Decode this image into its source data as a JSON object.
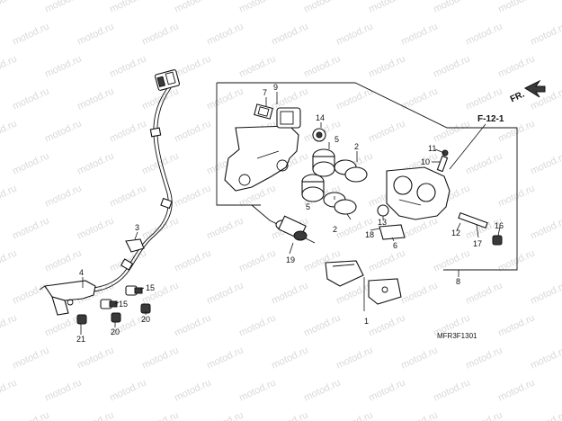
{
  "watermark": "motod.ru",
  "diagram_code": "MFR3F1301",
  "direction_label": "FR.",
  "section_ref": "F-12-1",
  "callouts": {
    "c1": "1",
    "c2a": "2",
    "c2b": "2",
    "c3": "3",
    "c4": "4",
    "c5a": "5",
    "c5b": "5",
    "c6": "6",
    "c7": "7",
    "c8": "8",
    "c9": "9",
    "c10": "10",
    "c11": "11",
    "c12": "12",
    "c13": "13",
    "c14": "14",
    "c15a": "15",
    "c15b": "15",
    "c16": "16",
    "c17": "17",
    "c18": "18",
    "c19": "19",
    "c20a": "20",
    "c20b": "20",
    "c21": "21"
  }
}
